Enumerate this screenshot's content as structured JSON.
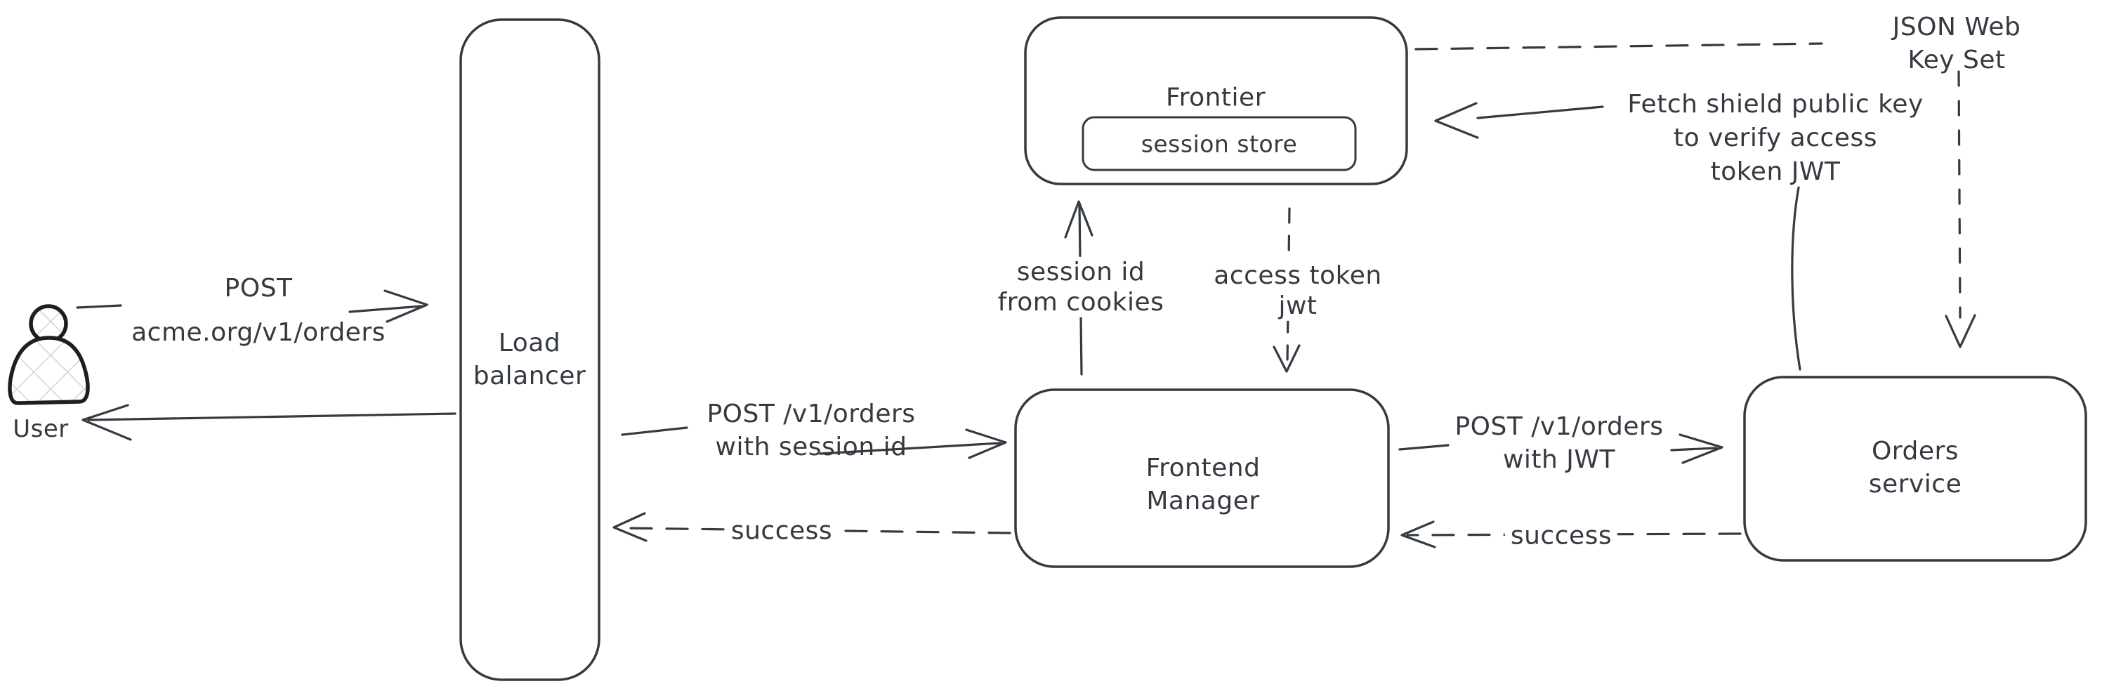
{
  "diagram": {
    "nodes": {
      "user": {
        "label": "User"
      },
      "load_balancer": {
        "label": "Load\nbalancer"
      },
      "frontier": {
        "label": "Frontier"
      },
      "session_store": {
        "label": "session store"
      },
      "frontend_manager": {
        "label": "Frontend\nManager"
      },
      "orders_service": {
        "label": "Orders service"
      }
    },
    "edges": {
      "post_acme": {
        "label": "POST\nacme.org/v1/orders"
      },
      "post_session": {
        "label": "POST /v1/orders\nwith session id"
      },
      "success_left": {
        "label": "success"
      },
      "post_jwt": {
        "label": "POST /v1/orders\nwith JWT"
      },
      "success_right": {
        "label": "success"
      },
      "session_cookies": {
        "label": "session id\nfrom cookies"
      },
      "access_token": {
        "label": "access token\njwt"
      },
      "jwks": {
        "label": "JSON Web Key Set"
      },
      "fetch_key": {
        "label": "Fetch shield public key\nto verify access\ntoken JWT"
      }
    },
    "colors": {
      "stroke": "#343a40",
      "figure_outline": "#1e1e1e",
      "figure_hatch": "#ccd5de",
      "background": "#ffffff"
    }
  }
}
